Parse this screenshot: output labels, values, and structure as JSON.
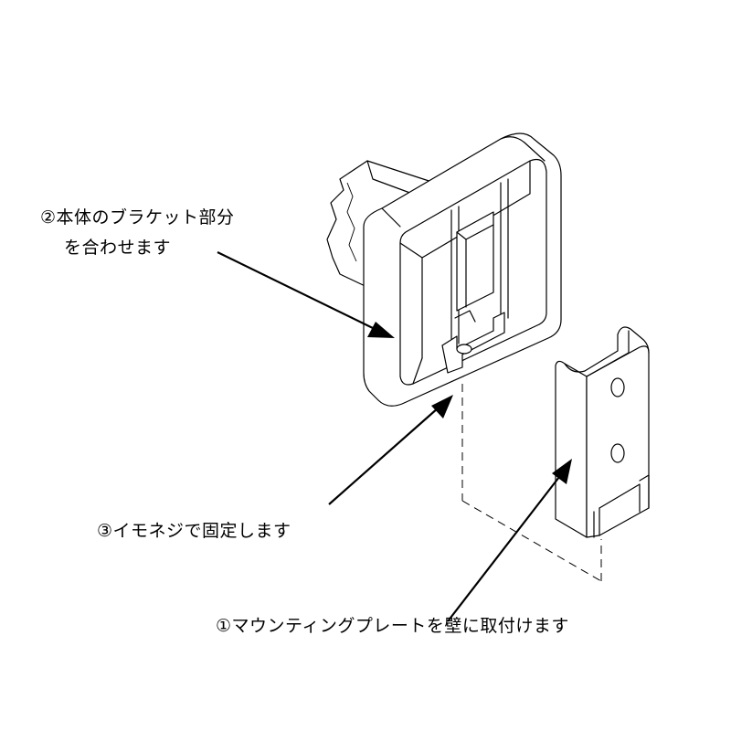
{
  "labels": {
    "step2_line1": "②本体のブラケット部分",
    "step2_line2": "を合わせます",
    "step3": "③イモネジで固定します",
    "step1": "①マウンティングプレートを壁に取付けます"
  },
  "colors": {
    "line": "#000000",
    "background": "#ffffff"
  }
}
